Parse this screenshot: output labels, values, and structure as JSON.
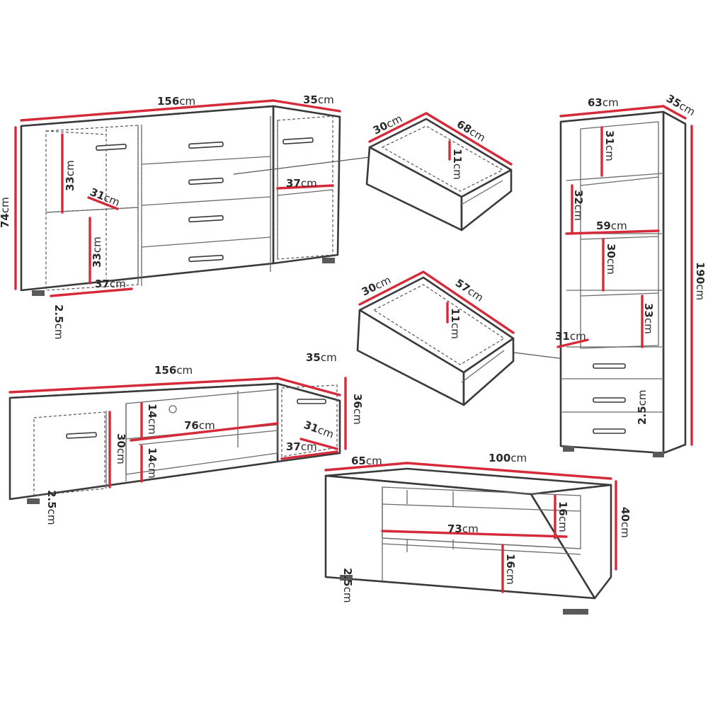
{
  "sideboard": {
    "width": "156",
    "depth": "35",
    "height": "74",
    "feet": "2.5",
    "shelf_top": "33",
    "shelf_bottom": "33",
    "shelf_depth": "31",
    "inner_width_left": "37",
    "inner_width_right": "37"
  },
  "drawer_large": {
    "width": "68",
    "depth": "30",
    "height": "11"
  },
  "drawer_small": {
    "width": "57",
    "depth": "30",
    "height": "11"
  },
  "bookcase": {
    "width": "63",
    "depth": "35",
    "height": "190",
    "feet": "2.5",
    "shelf_1": "31",
    "shelf_2": "32",
    "inner_width": "59",
    "shelf_3": "30",
    "shelf_4": "33",
    "shelf_depth": "31"
  },
  "tv_unit": {
    "width": "156",
    "depth": "35",
    "height": "36",
    "feet": "2.5",
    "cabinet_height": "30",
    "upper_opening": "14",
    "lower_opening": "14",
    "middle_width": "76",
    "side_depth": "31",
    "side_width": "37"
  },
  "coffee_table": {
    "width": "100",
    "depth": "65",
    "height": "40",
    "feet": "2.5",
    "inner_width": "73",
    "upper_opening": "16",
    "lower_opening": "16"
  },
  "unit": "cm"
}
